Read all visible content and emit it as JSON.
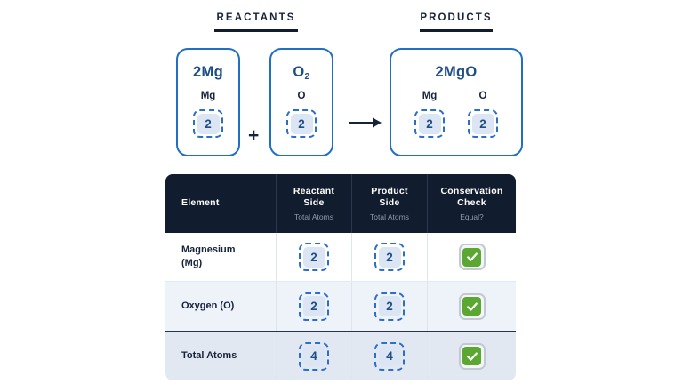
{
  "sections": {
    "reactants_label": "REACTANTS",
    "products_label": "PRODUCTS"
  },
  "equation": {
    "operator_plus": "+",
    "arrow_icon": "right-arrow-icon",
    "reactants": [
      {
        "formula": "2Mg",
        "formula_base": "2Mg",
        "formula_subscript": "",
        "atoms": [
          {
            "symbol": "Mg",
            "count": "2"
          }
        ]
      },
      {
        "formula": "O2",
        "formula_base": "O",
        "formula_subscript": "2",
        "atoms": [
          {
            "symbol": "O",
            "count": "2"
          }
        ]
      }
    ],
    "products": [
      {
        "formula": "2MgO",
        "formula_base": "2MgO",
        "formula_subscript": "",
        "atoms": [
          {
            "symbol": "Mg",
            "count": "2"
          },
          {
            "symbol": "O",
            "count": "2"
          }
        ]
      }
    ]
  },
  "table": {
    "headers": [
      {
        "title": "Element",
        "sub": ""
      },
      {
        "title": "Reactant\nSide",
        "title_line1": "Reactant",
        "title_line2": "Side",
        "sub": "Total Atoms"
      },
      {
        "title": "Product\nSide",
        "title_line1": "Product",
        "title_line2": "Side",
        "sub": "Total Atoms"
      },
      {
        "title": "Conservation\nCheck",
        "title_line1": "Conservation",
        "title_line2": "Check",
        "sub": "Equal?"
      }
    ],
    "rows": [
      {
        "element_line1": "Magnesium",
        "element_line2": "(Mg)",
        "reactant_side": "2",
        "product_side": "2",
        "conservation_check": "check-icon"
      },
      {
        "element_line1": "Oxygen (O)",
        "element_line2": "",
        "reactant_side": "2",
        "product_side": "2",
        "conservation_check": "check-icon"
      },
      {
        "element_line1": "Total Atoms",
        "element_line2": "",
        "reactant_side": "4",
        "product_side": "4",
        "conservation_check": "check-icon"
      }
    ]
  },
  "colors": {
    "header_bg": "#111c2e",
    "accent_blue": "#1f6fc4",
    "formula_blue": "#1d4f86",
    "chip_fill": "#dbe5f3",
    "check_green": "#5aa832",
    "row_alt_bg": "#eef2f9",
    "row_total_bg": "#e2e8f1",
    "page_bg": "#ffffff"
  }
}
